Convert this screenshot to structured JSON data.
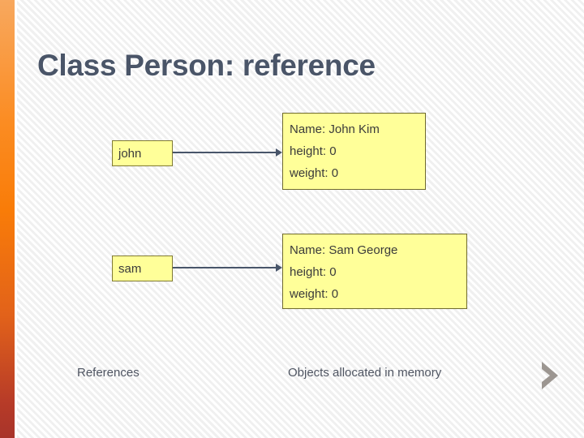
{
  "slide": {
    "title": "Class Person: reference",
    "background_color": "#f4f4f4",
    "accent_colors": {
      "stripe_top": "#f8a85e",
      "stripe_mid": "#f97c08",
      "stripe_bottom": "#a8342a",
      "title_color": "#4a5568",
      "box_fill": "#ffff99",
      "box_border": "#807a33",
      "arrow_color": "#48556a",
      "chevron_color": "#9c9691"
    }
  },
  "references": [
    {
      "label": "john"
    },
    {
      "label": "sam"
    }
  ],
  "objects": [
    {
      "name_line": "Name: John Kim",
      "height_line": "height: 0",
      "weight_line": "weight: 0"
    },
    {
      "name_line": "Name: Sam George",
      "height_line": "height: 0",
      "weight_line": "weight: 0"
    }
  ],
  "captions": {
    "left": "References",
    "right": "Objects allocated in memory"
  },
  "icons": {
    "chevron": "chevron-right-icon"
  }
}
